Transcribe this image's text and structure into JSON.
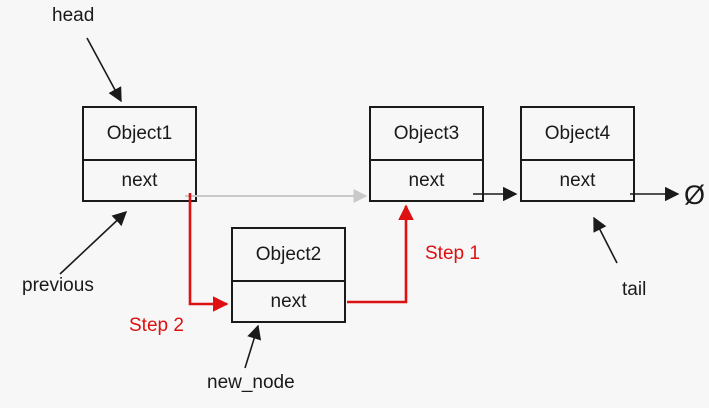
{
  "nodes": [
    {
      "name": "Object1",
      "field": "next"
    },
    {
      "name": "Object2",
      "field": "next"
    },
    {
      "name": "Object3",
      "field": "next"
    },
    {
      "name": "Object4",
      "field": "next"
    }
  ],
  "labels": {
    "head": "head",
    "previous": "previous",
    "tail": "tail",
    "new_node": "new_node",
    "step1": "Step 1",
    "step2": "Step 2",
    "null_symbol": "Ø"
  },
  "colors": {
    "background": "#f7f7f7",
    "line_black": "#1a1a1a",
    "old_link_gray": "#c9c9c9",
    "step_red": "#dd1111"
  }
}
